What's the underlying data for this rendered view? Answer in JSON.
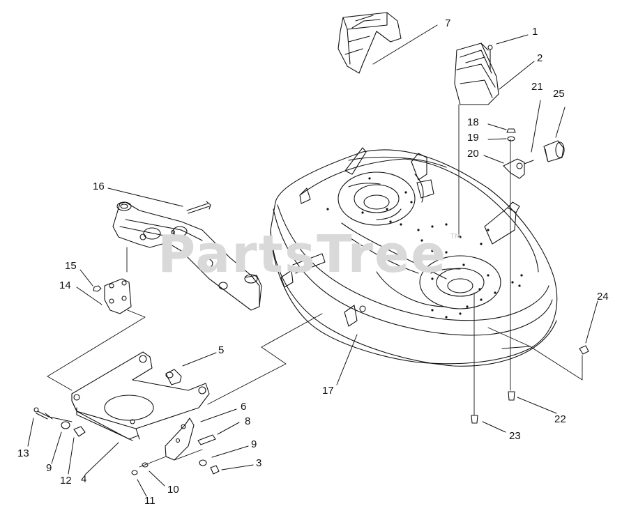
{
  "watermark": {
    "text": "PartsTree",
    "tm": "TM"
  },
  "callouts": [
    {
      "id": "c1",
      "text": "1"
    },
    {
      "id": "c2",
      "text": "2"
    },
    {
      "id": "c3",
      "text": "3"
    },
    {
      "id": "c4",
      "text": "4"
    },
    {
      "id": "c5",
      "text": "5"
    },
    {
      "id": "c6",
      "text": "6"
    },
    {
      "id": "c7",
      "text": "7"
    },
    {
      "id": "c8",
      "text": "8"
    },
    {
      "id": "c9a",
      "text": "9"
    },
    {
      "id": "c9b",
      "text": "9"
    },
    {
      "id": "c10",
      "text": "10"
    },
    {
      "id": "c11",
      "text": "11"
    },
    {
      "id": "c12",
      "text": "12"
    },
    {
      "id": "c13",
      "text": "13"
    },
    {
      "id": "c14",
      "text": "14"
    },
    {
      "id": "c15",
      "text": "15"
    },
    {
      "id": "c16",
      "text": "16"
    },
    {
      "id": "c17",
      "text": "17"
    },
    {
      "id": "c18",
      "text": "18"
    },
    {
      "id": "c19",
      "text": "19"
    },
    {
      "id": "c20",
      "text": "20"
    },
    {
      "id": "c21",
      "text": "21"
    },
    {
      "id": "c22",
      "text": "22"
    },
    {
      "id": "c23",
      "text": "23"
    },
    {
      "id": "c24",
      "text": "24"
    },
    {
      "id": "c25",
      "text": "25"
    }
  ],
  "colors": {
    "line": "#111111",
    "watermark": "#d9d9d9"
  }
}
